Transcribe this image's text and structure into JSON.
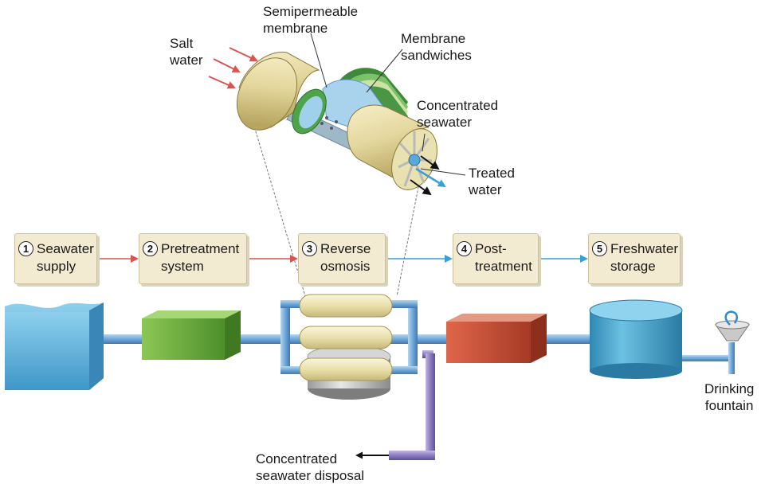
{
  "steps": [
    {
      "num": "1",
      "line1": "Seawater",
      "line2": "supply"
    },
    {
      "num": "2",
      "line1": "Pretreatment",
      "line2": "system"
    },
    {
      "num": "3",
      "line1": "Reverse",
      "line2": "osmosis"
    },
    {
      "num": "4",
      "line1": "Post-",
      "line2": "treatment"
    },
    {
      "num": "5",
      "line1": "Freshwater",
      "line2": "storage"
    }
  ],
  "callouts": {
    "salt_water": [
      "Salt",
      "water"
    ],
    "semipermeable_membrane": [
      "Semipermeable",
      "membrane"
    ],
    "membrane_sandwiches": [
      "Membrane",
      "sandwiches"
    ],
    "concentrated_seawater": [
      "Concentrated",
      "seawater"
    ],
    "treated_water": [
      "Treated",
      "water"
    ],
    "drinking_fountain": [
      "Drinking",
      "fountain"
    ],
    "seawater_disposal": [
      "Concentrated",
      "seawater disposal"
    ]
  },
  "colors": {
    "saltwater_arrow": "#d9534f",
    "freshwater_arrow": "#3a9fd8",
    "pipe": "#7fb2dc",
    "disposal_pipe": "#8c7cc0",
    "pretreatment_block": "#6aa83c",
    "posttreatment_block": "#c9503a",
    "tank": "#3f9cc4",
    "membrane_tube": "#ece4b4"
  }
}
